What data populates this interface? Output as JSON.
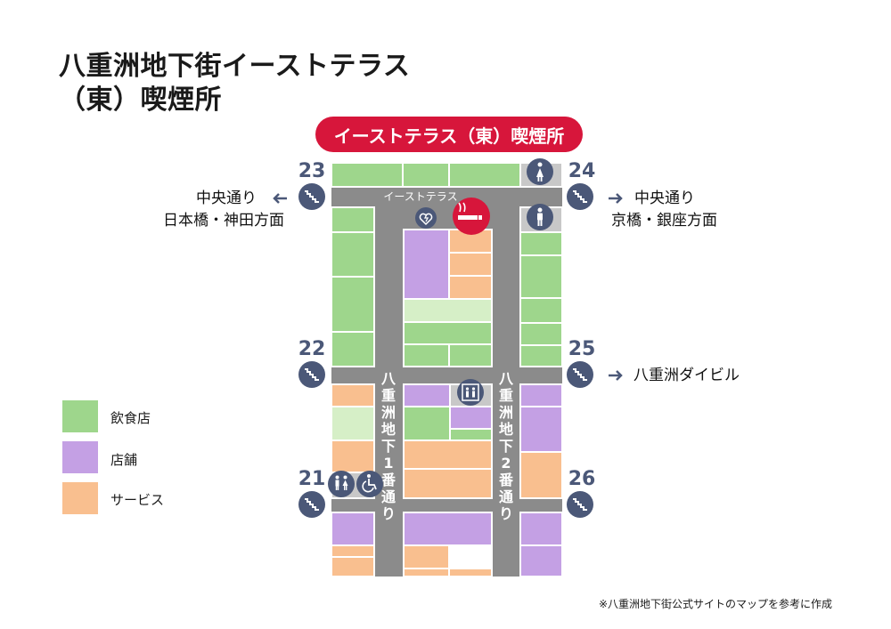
{
  "title": {
    "line1": "八重洲地下街イーストテラス",
    "line2": "（東）喫煙所"
  },
  "banner": "イーストテラス（東）喫煙所",
  "corridor_label": "イーストテラス",
  "street1_label": "八重洲地下1番通り",
  "street2_label": "八重洲地下2番通り",
  "exits": [
    {
      "number": "23",
      "direction": "left",
      "text_lines": [
        "中央通り",
        "日本橋・神田方面"
      ]
    },
    {
      "number": "24",
      "direction": "right",
      "text_lines": [
        "中央通り",
        "京橋・銀座方面"
      ]
    },
    {
      "number": "22",
      "direction": "none",
      "text_lines": []
    },
    {
      "number": "25",
      "direction": "right",
      "text_lines": [
        "八重洲ダイビル"
      ]
    },
    {
      "number": "21",
      "direction": "none",
      "text_lines": []
    },
    {
      "number": "26",
      "direction": "none",
      "text_lines": []
    }
  ],
  "legend": [
    {
      "label": "飲食店",
      "color": "#9ed68c"
    },
    {
      "label": "店舗",
      "color": "#c4a0e4"
    },
    {
      "label": "サービス",
      "color": "#f9bf8f"
    }
  ],
  "icons": [
    "smoking-icon",
    "aed-icon",
    "womens-restroom-icon",
    "mens-restroom-icon",
    "elevator-icon",
    "restroom-icon",
    "accessible-icon",
    "stairs-icon",
    "arrow-icon"
  ],
  "colors": {
    "restaurant": "#9ed68c",
    "restaurant_light": "#d6efc7",
    "shop": "#c4a0e4",
    "service": "#f9bf8f",
    "corridor": "#8b8b8b",
    "accent_red": "#d7163b",
    "exit_navy": "#4b5878"
  },
  "note": "※八重洲地下街公式サイトのマップを参考に作成"
}
